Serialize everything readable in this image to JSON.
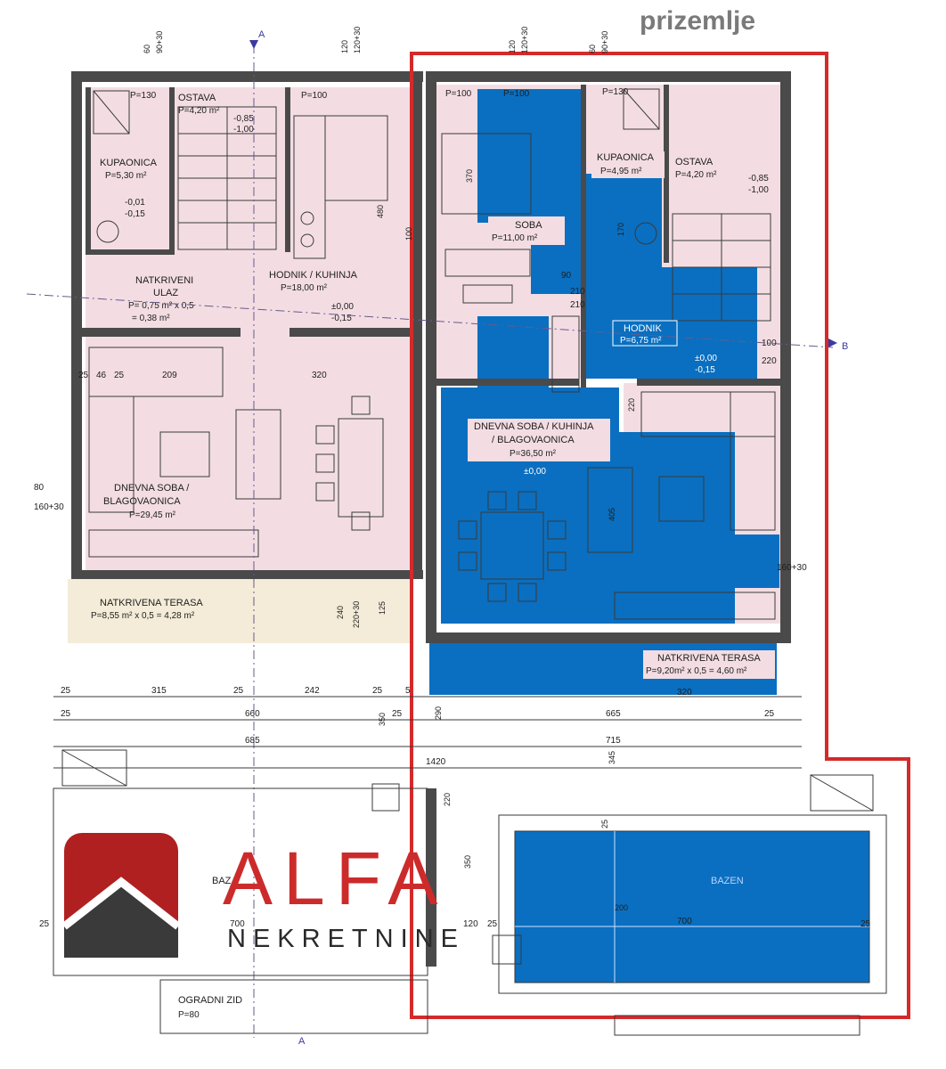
{
  "title": "prizemlje",
  "left_unit": {
    "rooms": [
      {
        "name": "OSTAVA",
        "area": "P=4,20 m²"
      },
      {
        "name": "KUPAONICA",
        "area": "P=5,30 m²"
      },
      {
        "name": "NATKRIVENI",
        "name2": "ULAZ",
        "area": "P= 0,75 m² x 0,5",
        "area2": "= 0,38 m²"
      },
      {
        "name": "HODNIK / KUHINJA",
        "area": "P=18,00 m²"
      },
      {
        "name": "DNEVNA SOBA /",
        "name2": "BLAGOVAONICA",
        "area": "P=29,45 m²"
      },
      {
        "name": "NATKRIVENA TERASA",
        "area": "P=8,55 m² x 0,5 = 4,28 m²"
      }
    ],
    "levels": [
      "-0,01",
      "-0,15",
      "-0,85",
      "-1,00",
      "±0,00",
      "-0,15"
    ]
  },
  "right_unit": {
    "rooms": [
      {
        "name": "SOBA",
        "area": "P=11,00 m²"
      },
      {
        "name": "KUPAONICA",
        "area": "P=4,95 m²"
      },
      {
        "name": "OSTAVA",
        "area": "P=4,20 m²"
      },
      {
        "name": "HODNIK",
        "area": "P=6,75 m²"
      },
      {
        "name": "DNEVNA SOBA / KUHINJA",
        "name2": "/ BLAGOVAONICA",
        "area": "P=36,50 m²"
      },
      {
        "name": "NATKRIVENA TERASA",
        "area": "P=9,20m² x 0,5 = 4,60 m²"
      }
    ],
    "levels": [
      "-0,85",
      "-1,00",
      "±0,00",
      "-0,15",
      "±0,00"
    ]
  },
  "pool": {
    "label": "BAZEN",
    "length": "700",
    "width": "200"
  },
  "left_pool": {
    "label": "BAZ",
    "length": "700"
  },
  "fence": {
    "label": "OGRADNI ZID",
    "height": "P=80"
  },
  "sections": {
    "a": "A",
    "b": "B"
  },
  "dims": {
    "row1": [
      "25",
      "315",
      "25",
      "242",
      "25",
      "5"
    ],
    "row2": [
      "25",
      "660",
      "25"
    ],
    "row3": [
      "685"
    ],
    "row2r": [
      "665",
      "25"
    ],
    "row3r": [
      "715"
    ],
    "row4r": [
      "1420"
    ],
    "top": [
      "60",
      "90+30",
      "120",
      "120+30",
      "120",
      "120+30",
      "60",
      "90+30"
    ],
    "inner": [
      "209",
      "25",
      "46",
      "25",
      "320",
      "480",
      "370",
      "170",
      "210",
      "90",
      "210",
      "100",
      "220",
      "405",
      "220",
      "320",
      "240",
      "220+30",
      "125",
      "350",
      "345",
      "220",
      "350",
      "120",
      "25",
      "25",
      "25",
      "290",
      "25",
      "100"
    ],
    "window": [
      "80",
      "160+30",
      "160+30"
    ],
    "door": [
      "P=130",
      "P=100",
      "P=100",
      "P=130",
      "P=100"
    ]
  },
  "brand": {
    "name": "ALFA",
    "sub": "NEKRETNINE"
  },
  "colors": {
    "blue_fill": "#0a6fc0",
    "pink_fill": "#f3dde3",
    "terrace_fill": "#f4ecd8",
    "highlight": "#d42a2a",
    "brand_red": "#cc2b2b"
  }
}
